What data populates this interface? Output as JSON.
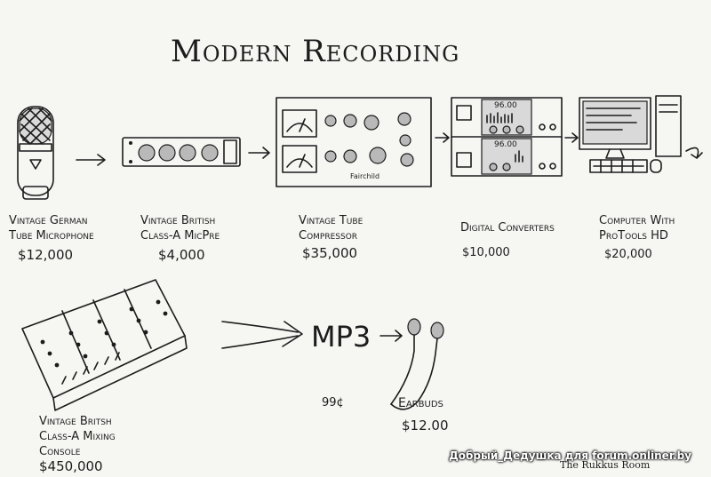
{
  "title": "Modern Recording",
  "chain": [
    {
      "id": "microphone",
      "label_lines": [
        "Vintage German",
        "Tube Microphone"
      ],
      "price": "$12,000",
      "icon": "microphone-icon"
    },
    {
      "id": "micpre",
      "label_lines": [
        "Vintage British",
        "Class-A MicPre"
      ],
      "price": "$4,000",
      "icon": "micpre-icon"
    },
    {
      "id": "compressor",
      "label_lines": [
        "Vintage Tube",
        "Compressor"
      ],
      "price": "$35,000",
      "icon": "compressor-icon",
      "device_text": "Fairchild"
    },
    {
      "id": "converters",
      "label_lines": [
        "Digital Converters"
      ],
      "price": "$10,000",
      "icon": "converter-icon",
      "display_readout": "96.00"
    },
    {
      "id": "computer",
      "label_lines": [
        "Computer With",
        "ProTools HD"
      ],
      "price": "$20,000",
      "icon": "computer-icon"
    }
  ],
  "console": {
    "label_lines": [
      "Vintage Britsh",
      "Class-A Mixing",
      "Console"
    ],
    "price": "$450,000",
    "icon": "mixing-console-icon"
  },
  "mp3": {
    "label": "MP3",
    "price": "99¢"
  },
  "earbuds": {
    "label": "Earbuds",
    "price": "$12.00",
    "icon": "earbuds-icon"
  },
  "signature": {
    "lines": [
      "The Rukkus Room"
    ]
  },
  "watermark": "Добрый_Дедушка для forum.onliner.by"
}
